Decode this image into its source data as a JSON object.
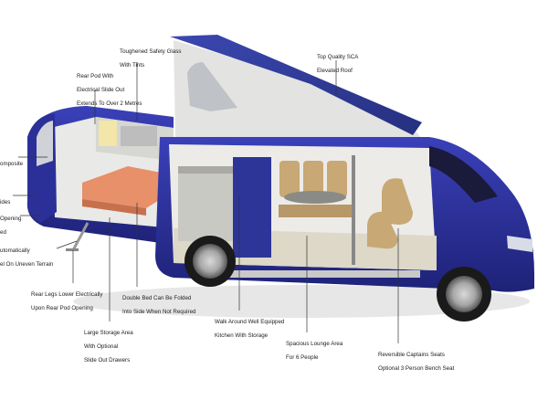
{
  "colors": {
    "body_blue": "#2a2f9a",
    "roof_blue": "#2d3a9e",
    "interior_white": "#e8e8e6",
    "mattress": "#e8906a",
    "seat_tan": "#c8a874",
    "leader_line": "#333333"
  },
  "labels": {
    "glass": [
      "Toughened Safety Glass",
      "With Tints"
    ],
    "roof": [
      "Top Quality SCA",
      "Elevated Roof"
    ],
    "rear_pod": [
      "Rear Pod With",
      "Electrical Slide Out",
      "Extends To Over 2 Metres"
    ],
    "composite": [
      "omposite"
    ],
    "sides": [
      "ides"
    ],
    "opening": [
      "Opening",
      "ed"
    ],
    "auto_level": [
      "utomatically",
      "el On Uneven Terrain"
    ],
    "rear_legs": [
      "Rear Legs Lower Electrically",
      "Upon Rear Pod Opening"
    ],
    "double_bed": [
      "Double Bed Can Be Folded",
      "Into Side When Not Required"
    ],
    "storage": [
      "Large Storage Area",
      "With Optional",
      "Slide Out Drawers"
    ],
    "kitchen": [
      "Walk Around Well Equipped",
      "Kitchen With Storage"
    ],
    "lounge": [
      "Spacious Lounge Area",
      "For 6 People"
    ],
    "captains": [
      "Reversible Captains Seats",
      "Optional 3 Person Bench Seat"
    ]
  }
}
